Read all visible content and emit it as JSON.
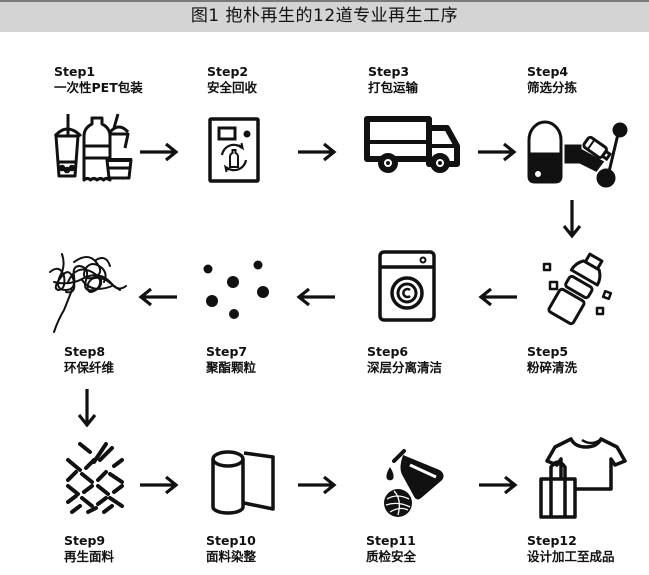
{
  "title": "图1  抱朴再生的12道专业再生工序",
  "colors": {
    "title_bg": "#d4d4d4",
    "title_border": "#7a7a7a",
    "ink": "#111111"
  },
  "steps": [
    {
      "step": "Step1",
      "name": "一次性PET包装",
      "icon": "plastic-packaging-icon"
    },
    {
      "step": "Step2",
      "name": "安全回收",
      "icon": "recycling-machine-icon"
    },
    {
      "step": "Step3",
      "name": "打包运输",
      "icon": "truck-icon"
    },
    {
      "step": "Step4",
      "name": "筛选分拣",
      "icon": "sorting-machine-icon"
    },
    {
      "step": "Step5",
      "name": "粉碎清洗",
      "icon": "crushed-bottle-icon"
    },
    {
      "step": "Step6",
      "name": "深层分离清洁",
      "icon": "washing-machine-icon"
    },
    {
      "step": "Step7",
      "name": "聚酯颗粒",
      "icon": "polyester-pellets-icon"
    },
    {
      "step": "Step8",
      "name": "环保纤维",
      "icon": "fiber-tangle-icon"
    },
    {
      "step": "Step9",
      "name": "再生面料",
      "icon": "woven-fabric-icon"
    },
    {
      "step": "Step10",
      "name": "面料染整",
      "icon": "fabric-roll-icon"
    },
    {
      "step": "Step11",
      "name": "质检安全",
      "icon": "dye-flask-yarn-icon"
    },
    {
      "step": "Step12",
      "name": "设计加工至成品",
      "icon": "tshirt-bag-icon"
    }
  ],
  "flow": [
    "right",
    "right",
    "right",
    "down",
    "left",
    "left",
    "left",
    "down",
    "right",
    "right",
    "right"
  ]
}
